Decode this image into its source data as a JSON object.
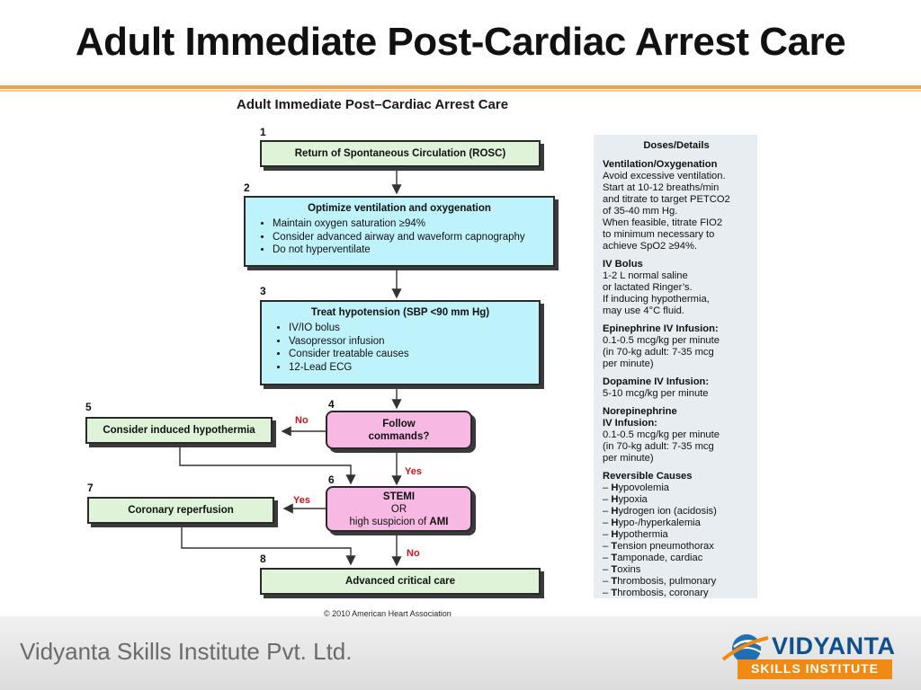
{
  "slide_title": "Adult Immediate Post-Cardiac Arrest Care",
  "chart_title": "Adult Immediate Post–Cardiac Arrest Care",
  "steps": {
    "s1": {
      "num": "1",
      "text": "Return of Spontaneous Circulation (ROSC)"
    },
    "s2": {
      "num": "2",
      "title": "Optimize ventilation and oxygenation",
      "items": [
        "Maintain oxygen saturation ≥94%",
        "Consider advanced airway and waveform capnography",
        "Do not hyperventilate"
      ]
    },
    "s3": {
      "num": "3",
      "title": "Treat hypotension (SBP <90 mm Hg)",
      "items": [
        "IV/IO bolus",
        "Vasopressor infusion",
        "Consider treatable causes",
        "12-Lead ECG"
      ]
    },
    "s4": {
      "num": "4",
      "line1": "Follow",
      "line2": "commands?"
    },
    "s5": {
      "num": "5",
      "text": "Consider induced hypothermia"
    },
    "s6": {
      "num": "6",
      "line1": "STEMI",
      "line2": "OR",
      "line3_prefix": "high suspicion of ",
      "line3_bold": "AMI"
    },
    "s7": {
      "num": "7",
      "text": "Coronary reperfusion"
    },
    "s8": {
      "num": "8",
      "text": "Advanced critical care"
    }
  },
  "labels": {
    "no1": "No",
    "yes1": "Yes",
    "yes2": "Yes",
    "no2": "No"
  },
  "doses": {
    "header": "Doses/Details",
    "vent_title": "Ventilation/Oxygenation",
    "vent_lines": [
      "Avoid excessive ventilation.",
      "Start at 10-12 breaths/min",
      "and titrate to target PETCO2",
      "of 35-40 mm Hg.",
      "When feasible, titrate FIO2",
      "to minimum necessary to",
      "achieve SpO2 ≥94%."
    ],
    "bolus_title": "IV Bolus",
    "bolus_lines": [
      "1-2 L normal saline",
      "or lactated Ringer’s.",
      "If inducing hypothermia,",
      "may use 4°C fluid."
    ],
    "epi_title": "Epinephrine IV Infusion:",
    "epi_lines": [
      "0.1-0.5 mcg/kg per minute",
      "(in 70-kg adult: 7-35 mcg",
      "per minute)"
    ],
    "dop_title": "Dopamine IV Infusion:",
    "dop_lines": [
      "5-10 mcg/kg per minute"
    ],
    "nor_title1": "Norepinephrine",
    "nor_title2": "IV Infusion:",
    "nor_lines": [
      "0.1-0.5 mcg/kg per minute",
      "(in 70-kg adult: 7-35 mcg",
      "per minute)"
    ],
    "rev_title": "Reversible Causes",
    "rev_items": [
      {
        "k": "H",
        "r": "ypovolemia"
      },
      {
        "k": "H",
        "r": "ypoxia"
      },
      {
        "k": "H",
        "r": "ydrogen ion (acidosis)"
      },
      {
        "k": "H",
        "r": "ypo-/hyperkalemia"
      },
      {
        "k": "H",
        "r": "ypothermia"
      },
      {
        "k": "T",
        "r": "ension pneumothorax"
      },
      {
        "k": "T",
        "r": "amponade, cardiac"
      },
      {
        "k": "T",
        "r": "oxins"
      },
      {
        "k": "T",
        "r": "hrombosis, pulmonary"
      },
      {
        "k": "T",
        "r": "hrombosis, coronary"
      }
    ]
  },
  "copyright": "© 2010 American Heart Association",
  "footer_text": "Vidyanta Skills Institute Pvt. Ltd.",
  "logo": {
    "word": "VIDYANTA",
    "sub": "SKILLS INSTITUTE"
  }
}
